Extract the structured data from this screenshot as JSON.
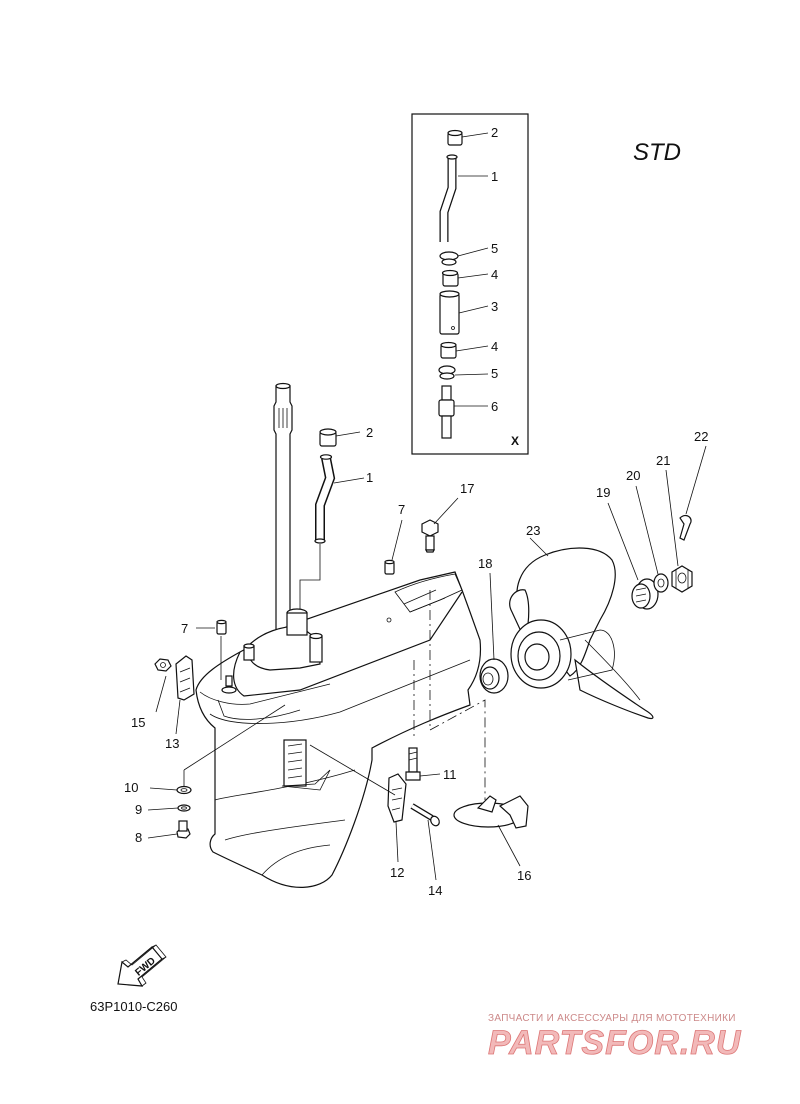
{
  "variant_label": "STD",
  "inset_label": "X",
  "diagram_code": "63P1010-C260",
  "fwd_label": "FWD",
  "watermark": {
    "tagline": "ЗАПЧАСТИ И АКСЕССУАРЫ ДЛЯ МОТОТЕХНИКИ",
    "brand": "PARTSFOR.RU"
  },
  "callouts": [
    {
      "id": "inset-2",
      "text": "2"
    },
    {
      "id": "inset-1",
      "text": "1"
    },
    {
      "id": "inset-5a",
      "text": "5"
    },
    {
      "id": "inset-4a",
      "text": "4"
    },
    {
      "id": "inset-3",
      "text": "3"
    },
    {
      "id": "inset-4b",
      "text": "4"
    },
    {
      "id": "inset-5b",
      "text": "5"
    },
    {
      "id": "inset-6",
      "text": "6"
    },
    {
      "id": "main-2",
      "text": "2"
    },
    {
      "id": "main-1",
      "text": "1"
    },
    {
      "id": "main-7a",
      "text": "7"
    },
    {
      "id": "main-17",
      "text": "17"
    },
    {
      "id": "main-7b",
      "text": "7"
    },
    {
      "id": "main-15",
      "text": "15"
    },
    {
      "id": "main-13",
      "text": "13"
    },
    {
      "id": "main-10",
      "text": "10"
    },
    {
      "id": "main-9",
      "text": "9"
    },
    {
      "id": "main-8",
      "text": "8"
    },
    {
      "id": "main-11",
      "text": "11"
    },
    {
      "id": "main-12",
      "text": "12"
    },
    {
      "id": "main-14",
      "text": "14"
    },
    {
      "id": "main-16",
      "text": "16"
    },
    {
      "id": "main-18",
      "text": "18"
    },
    {
      "id": "main-23",
      "text": "23"
    },
    {
      "id": "main-19",
      "text": "19"
    },
    {
      "id": "main-20",
      "text": "20"
    },
    {
      "id": "main-21",
      "text": "21"
    },
    {
      "id": "main-22",
      "text": "22"
    }
  ]
}
